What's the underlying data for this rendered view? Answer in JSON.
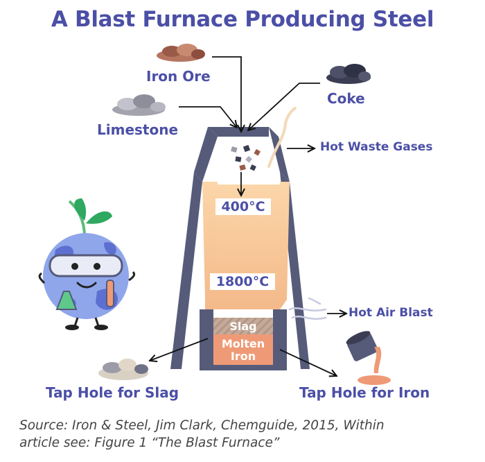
{
  "title": "A Blast Furnace Producing Steel",
  "inputs": {
    "iron_ore": "Iron Ore",
    "coke": "Coke",
    "limestone": "Limestone"
  },
  "outputs": {
    "hot_waste_gases": "Hot Waste Gases",
    "hot_air_blast": "Hot Air Blast",
    "tap_hole_slag": "Tap Hole for Slag",
    "tap_hole_iron": "Tap Hole for Iron"
  },
  "zones": {
    "temp_top": "400°C",
    "temp_bottom": "1800°C",
    "slag": "Slag",
    "molten_iron_line1": "Molten",
    "molten_iron_line2": "Iron"
  },
  "source": {
    "line1": "Source: Iron & Steel, Jim Clark, Chemguide, 2015, Within",
    "line2": "article see: Figure 1 “The Blast Furnace”"
  },
  "colors": {
    "accent": "#4b4fa6",
    "furnace_frame": "#565b7a",
    "hot_zone": "#f7c594",
    "molten_iron": "#ef9a76",
    "slag": "#c5aa9b"
  }
}
